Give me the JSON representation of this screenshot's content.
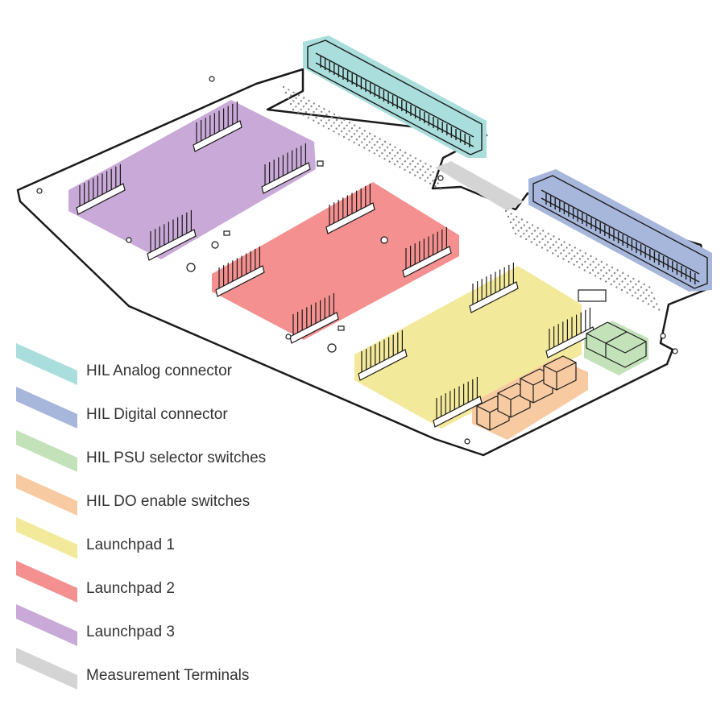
{
  "legend": [
    {
      "label": "HIL Analog connector",
      "color": "#a9dedd"
    },
    {
      "label": "HIL Digital connector",
      "color": "#a7b7dc"
    },
    {
      "label": "HIL PSU selector switches",
      "color": "#c3e2b9"
    },
    {
      "label": "HIL DO enable switches",
      "color": "#f7caa1"
    },
    {
      "label": "Launchpad 1",
      "color": "#f3e99a"
    },
    {
      "label": "Launchpad 2",
      "color": "#f4908f"
    },
    {
      "label": "Launchpad 3",
      "color": "#c9a9d7"
    },
    {
      "label": "Measurement Terminals",
      "color": "#d4d4d4"
    }
  ]
}
